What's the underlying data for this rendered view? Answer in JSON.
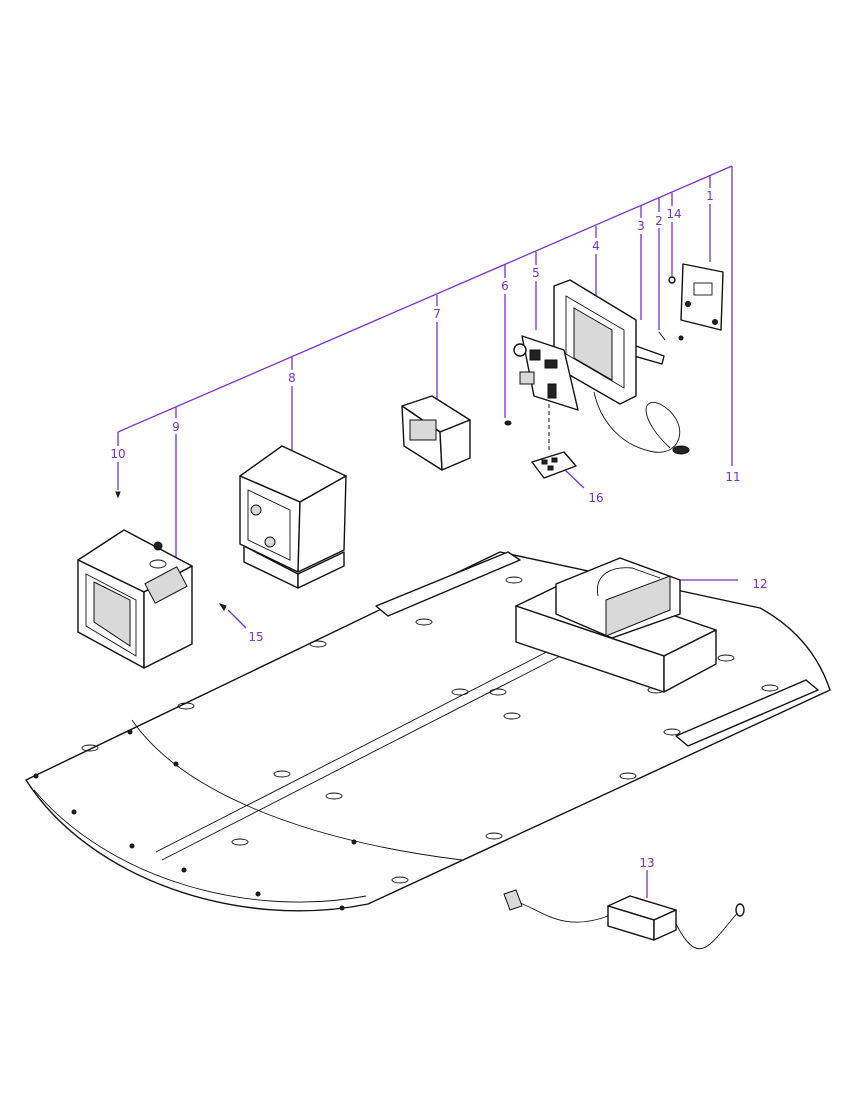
{
  "diagram": {
    "accent_color": "#7b2fd6",
    "line_color": "#111111",
    "callouts": [
      {
        "id": "c1",
        "label": "1"
      },
      {
        "id": "c2",
        "label": "2"
      },
      {
        "id": "c3",
        "label": "3"
      },
      {
        "id": "c4",
        "label": "4"
      },
      {
        "id": "c5",
        "label": "5"
      },
      {
        "id": "c6",
        "label": "6"
      },
      {
        "id": "c7",
        "label": "7"
      },
      {
        "id": "c8",
        "label": "8"
      },
      {
        "id": "c9",
        "label": "9"
      },
      {
        "id": "c10",
        "label": "10"
      },
      {
        "id": "c11",
        "label": "11"
      },
      {
        "id": "c12",
        "label": "12"
      },
      {
        "id": "c13",
        "label": "13"
      },
      {
        "id": "c14",
        "label": "14"
      },
      {
        "id": "c15",
        "label": "15"
      },
      {
        "id": "c16",
        "label": "16"
      }
    ]
  }
}
